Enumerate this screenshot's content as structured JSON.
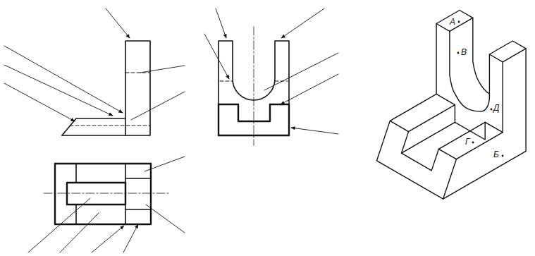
{
  "diagram": {
    "labels": [
      "А",
      "В",
      "Д",
      "Г",
      "Б"
    ]
  }
}
